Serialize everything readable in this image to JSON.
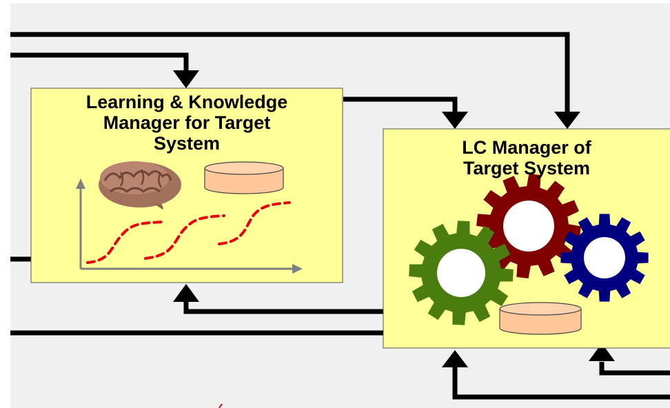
{
  "diagram": {
    "background_color": "#f0f0f0",
    "box_fill": "#ffff99",
    "arrow_color": "#000000",
    "learning_box": {
      "title_lines": [
        "Learning & Knowledge",
        "Manager for Target",
        "System"
      ],
      "icons": [
        "brain-icon",
        "database-icon",
        "chart-axes-icon",
        "learning-curve-icon"
      ],
      "curve_color": "#e8000b"
    },
    "lc_box": {
      "title_lines": [
        "LC Manager of",
        "Target System"
      ],
      "icons": [
        "gear-icon",
        "database-icon"
      ],
      "gear_colors": {
        "green": "#4a7c10",
        "red": "#800000",
        "blue": "#000080"
      },
      "database_color": "#ffc89a"
    }
  }
}
